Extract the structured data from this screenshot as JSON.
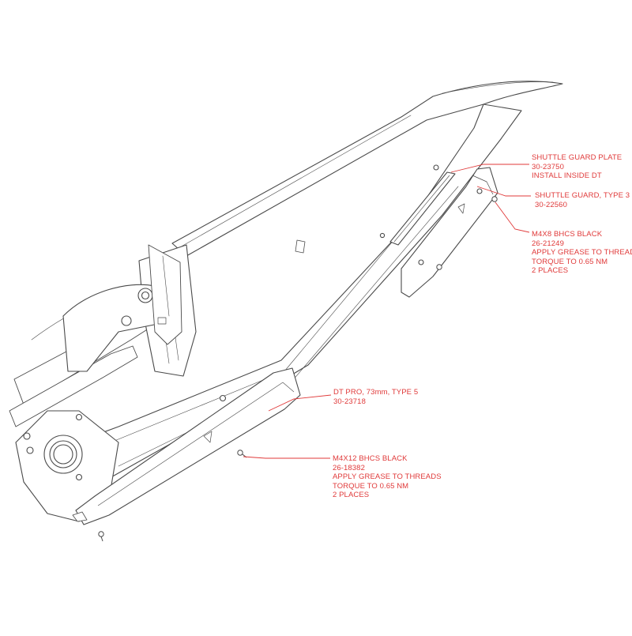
{
  "colors": {
    "line": "#4a4a4a",
    "fill": "#ffffff",
    "callout": "#e03a3a"
  },
  "callouts": {
    "shuttle_guard_plate": {
      "line1": "SHUTTLE GUARD PLATE",
      "line2": "30-23750",
      "line3": "INSTALL INSIDE DT"
    },
    "shuttle_guard": {
      "line1": "SHUTTLE GUARD, TYPE 3",
      "line2": "30-22560"
    },
    "m4x8_bolt": {
      "line1": "M4X8 BHCS BLACK",
      "line2": "26-21249",
      "line3": "APPLY GREASE TO THREADS",
      "line4": "TORQUE TO 0.65 NM",
      "line5": "2 PLACES"
    },
    "dt_pro_guard": {
      "line1": "DT PRO, 73mm, TYPE 5",
      "line2": "30-23718"
    },
    "m4x12_bolt": {
      "line1": "M4X12 BHCS BLACK",
      "line2": "26-18382",
      "line3": "APPLY GREASE TO THREADS",
      "line4": "TORQUE TO 0.65 NM",
      "line5": "2 PLACES"
    }
  }
}
